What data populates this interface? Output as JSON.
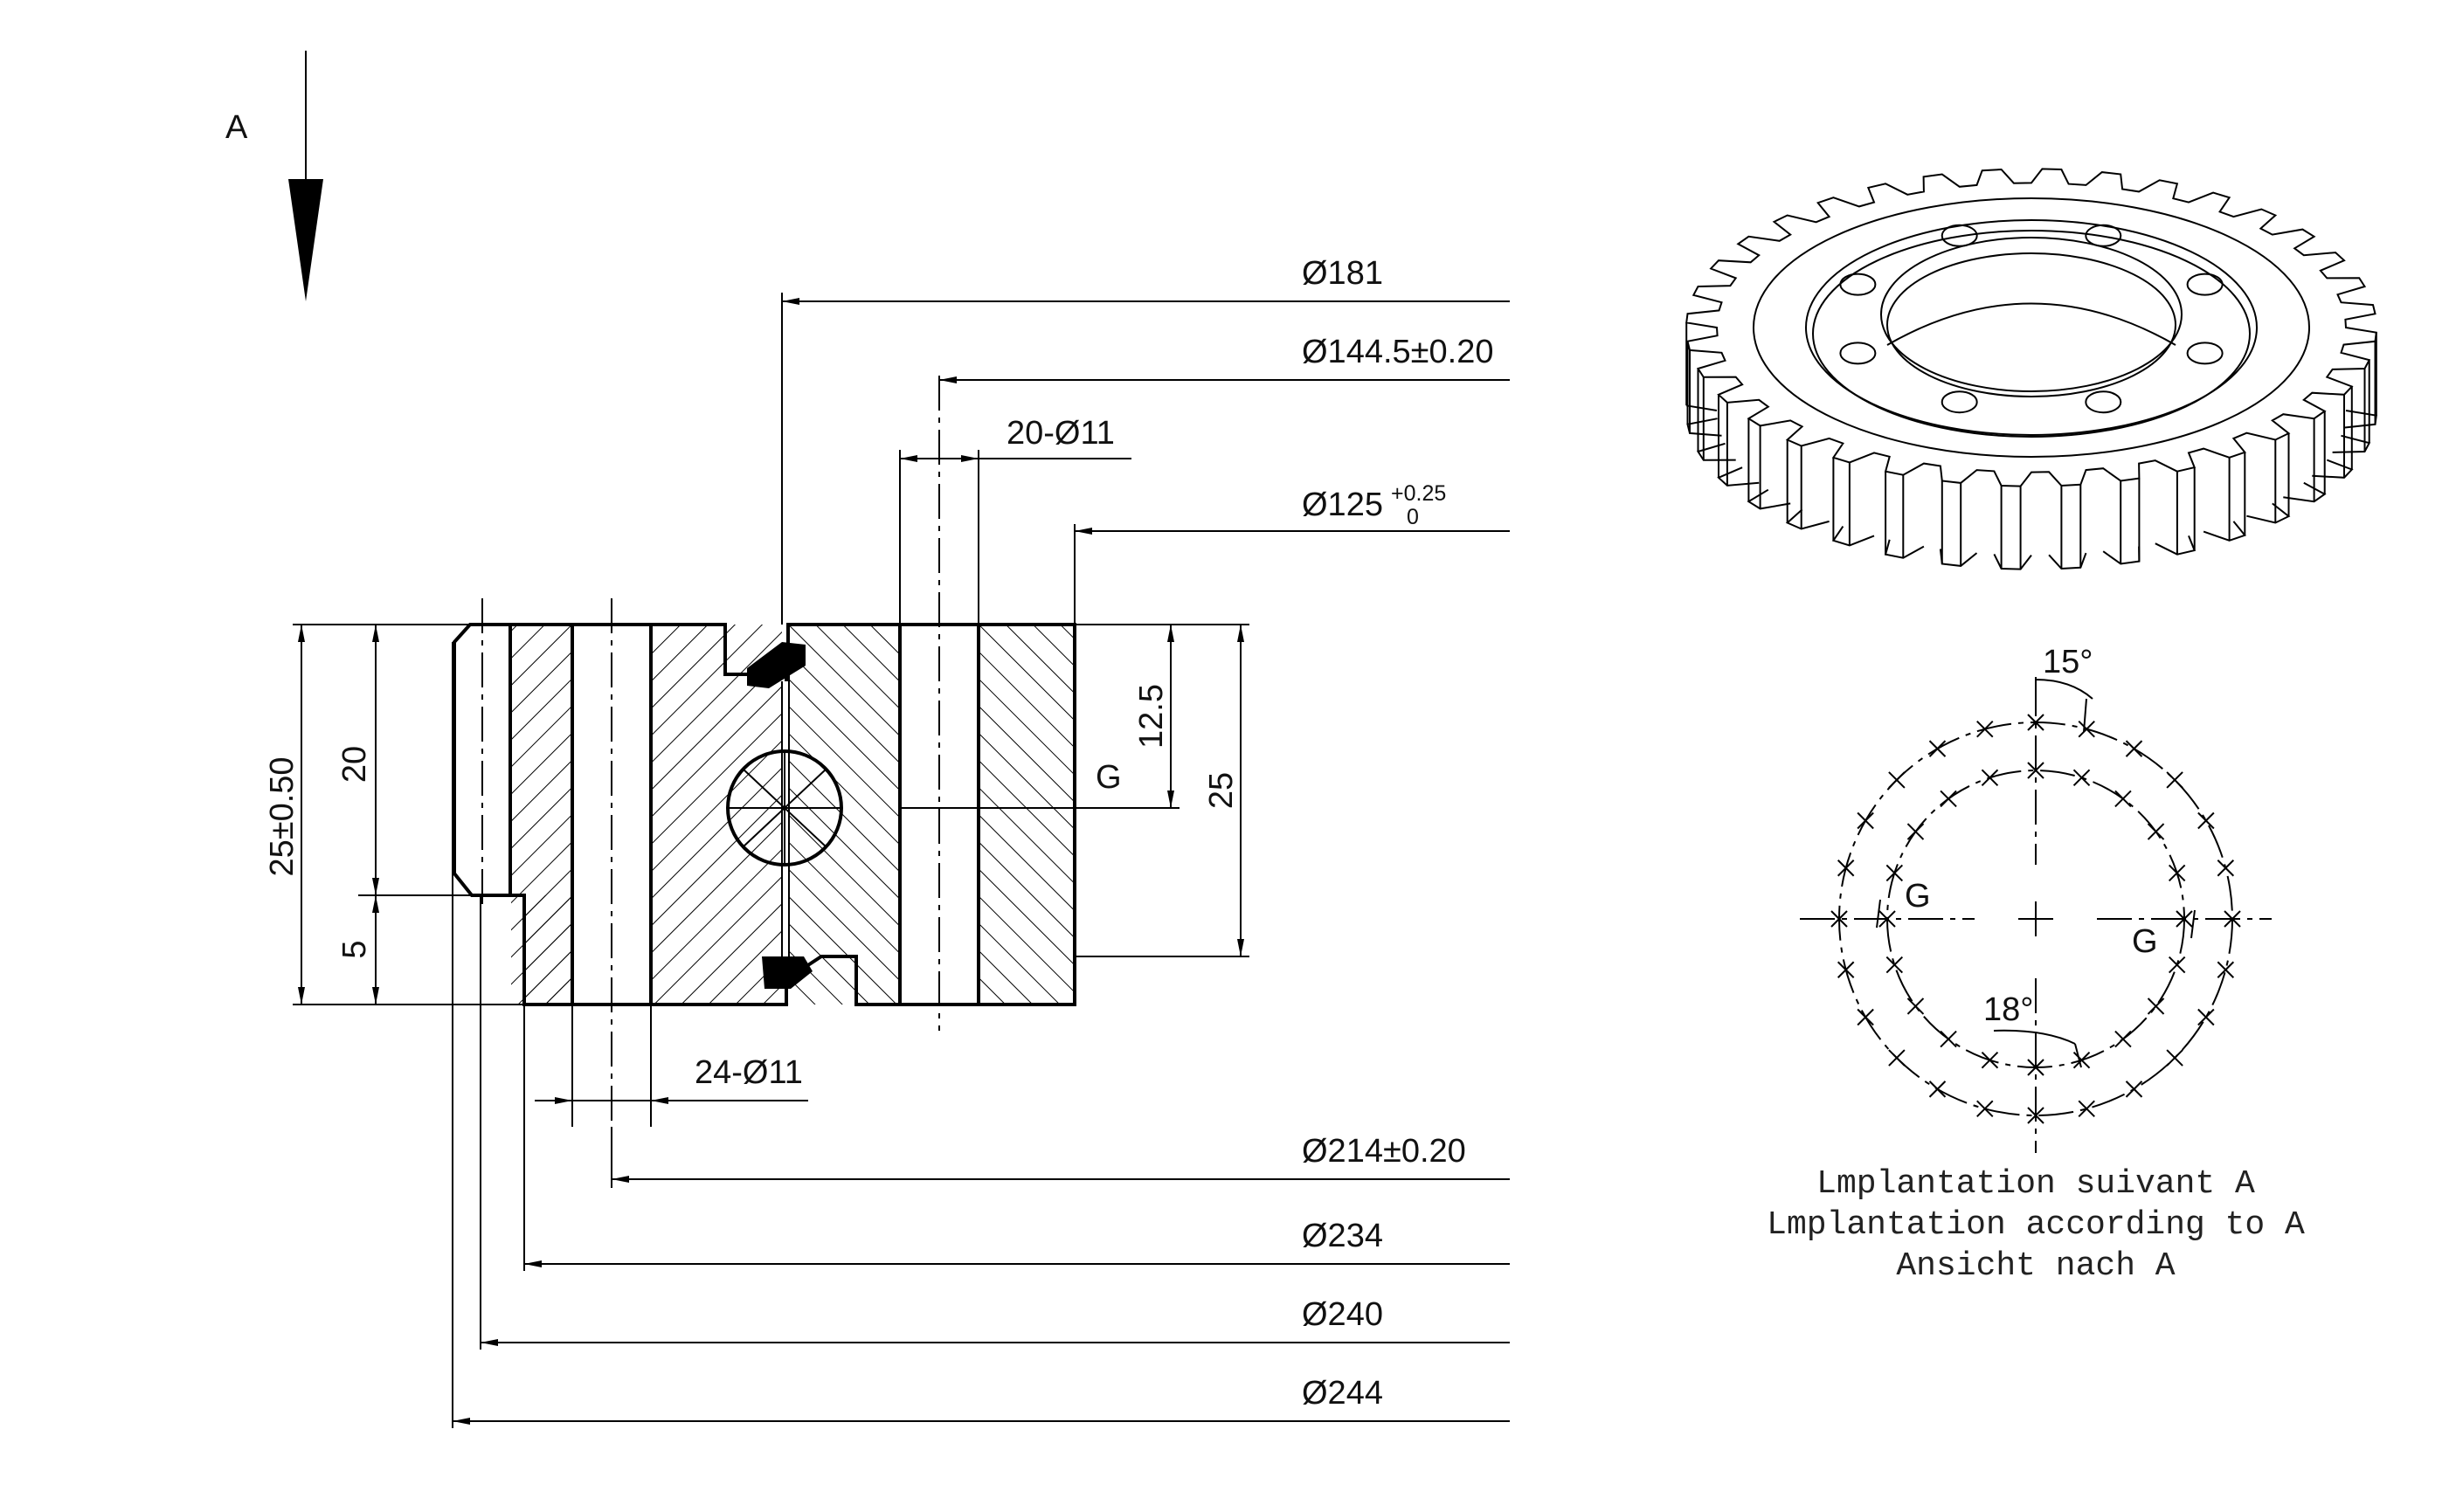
{
  "view_label": "A",
  "dimensions": {
    "d181": "Ø181",
    "d144": "Ø144.5±0.20",
    "holes_20": "20-Ø11",
    "d125": "Ø125",
    "d125_tol_upper": "+0.25",
    "d125_tol_lower": "0",
    "h12_5": "12.5",
    "label_g": "G",
    "h25_right": "25",
    "h25_left": "25±0.50",
    "h20": "20",
    "h5": "5",
    "holes_24": "24-Ø11",
    "d214": "Ø214±0.20",
    "d234": "Ø234",
    "d240": "Ø240",
    "d244": "Ø244"
  },
  "hole_layout": {
    "angle_outer": "15°",
    "angle_inner": "18°",
    "g_left": "G",
    "g_right": "G"
  },
  "captions": {
    "fr": "Lmplantation suivant A",
    "en": "Lmplantation according to A",
    "de": "Ansicht nach A"
  }
}
